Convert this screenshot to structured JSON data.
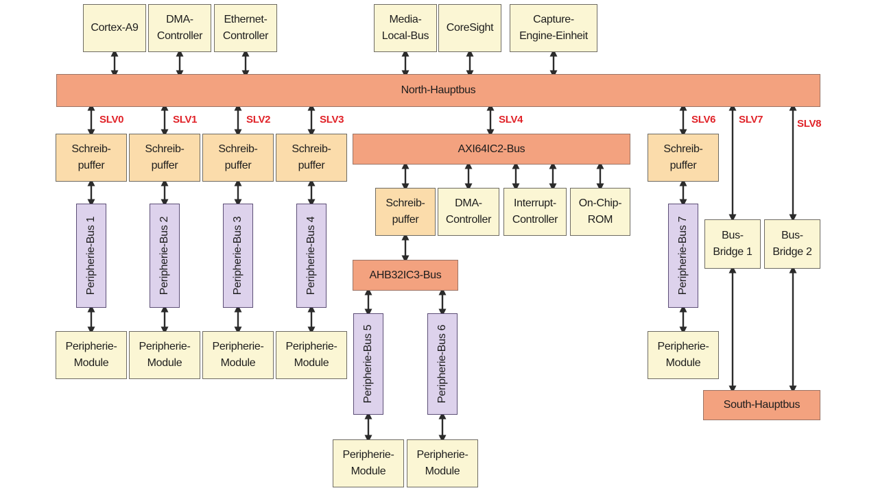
{
  "top_modules": {
    "cortex": "Cortex-A9",
    "dma": "DMA-\nController",
    "ethernet": "Ethernet-\nController",
    "media": "Media-\nLocal-Bus",
    "coresight": "CoreSight",
    "capture": "Capture-\nEngine-Einheit"
  },
  "buses": {
    "north": "North-Hauptbus",
    "axi": "AXI64IC2-Bus",
    "ahb": "AHB32IC3-Bus",
    "south": "South-Hauptbus"
  },
  "slv": [
    "SLV0",
    "SLV1",
    "SLV2",
    "SLV3",
    "SLV4",
    "SLV6",
    "SLV7",
    "SLV8"
  ],
  "write_buffer": "Schreib-\npuffer",
  "axi_modules": {
    "dma": "DMA-\nController",
    "interrupt": "Interrupt-\nController",
    "rom": "On-Chip-\nROM"
  },
  "peripheral_buses": [
    "Peripherie-Bus 1",
    "Peripherie-Bus 2",
    "Peripherie-Bus 3",
    "Peripherie-Bus 4",
    "Peripherie-Bus 5",
    "Peripherie-Bus 6",
    "Peripherie-Bus 7"
  ],
  "peripheral_module": "Peripherie-\nModule",
  "bridges": [
    "Bus-\nBridge 1",
    "Bus-\nBridge 2"
  ],
  "colors": {
    "module_fill": "#fbf6d4",
    "buffer_fill": "#fbdcab",
    "bus_fill": "#f3a27f",
    "peripheral_bus_fill": "#ddd2ec",
    "slave_label": "#e02228"
  }
}
